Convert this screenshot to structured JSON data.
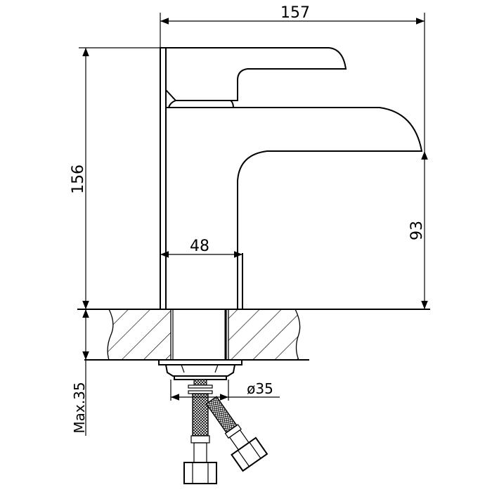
{
  "title": "Basin faucet dimension drawing",
  "dimensions": {
    "overall_width": "157",
    "overall_height": "156",
    "spout_height": "93",
    "body_diameter": "48",
    "hole_diameter": "ø35",
    "max_counter_thickness": "Max.35"
  }
}
